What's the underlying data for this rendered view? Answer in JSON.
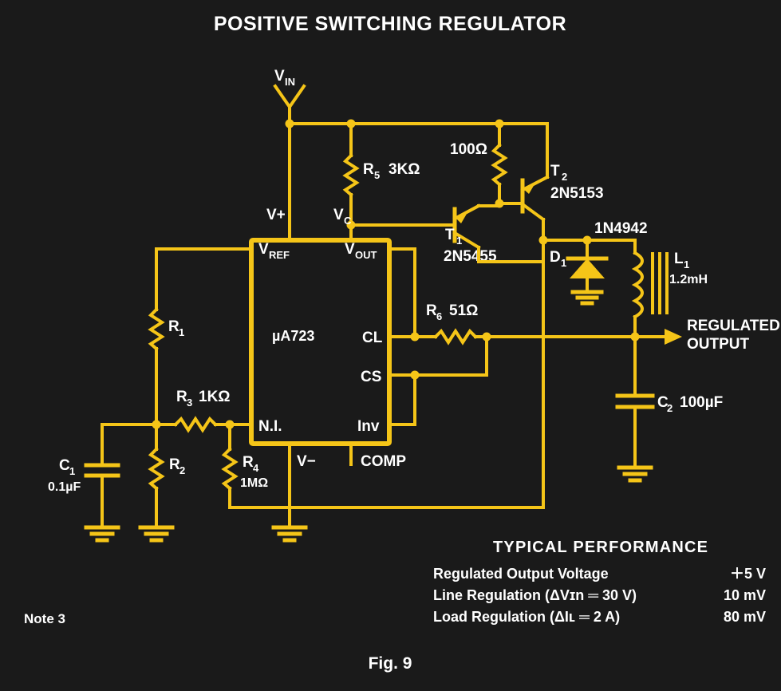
{
  "title": "POSITIVE SWITCHING REGULATOR",
  "figure_label": "Fig. 9",
  "note": "Note 3",
  "colors": {
    "background": "#1a1a1a",
    "wire": "#F5C518",
    "text": "#ffffff"
  },
  "supply": {
    "label": "V",
    "label_sub": "IN"
  },
  "ic": {
    "part": "µA723",
    "pins": {
      "v_plus": "V+",
      "vc": "V",
      "vc_sub": "C",
      "vref": "V",
      "vref_sub": "REF",
      "vout": "V",
      "vout_sub": "OUT",
      "cl": "CL",
      "cs": "CS",
      "ni": "N.I.",
      "inv": "Inv",
      "v_minus": "V−",
      "comp": "COMP"
    }
  },
  "components": [
    {
      "ref": "R",
      "ref_sub": "1",
      "value": ""
    },
    {
      "ref": "R",
      "ref_sub": "2",
      "value": ""
    },
    {
      "ref": "R",
      "ref_sub": "3",
      "value": "1KΩ"
    },
    {
      "ref": "R",
      "ref_sub": "4",
      "value": "1MΩ"
    },
    {
      "ref": "R",
      "ref_sub": "5",
      "value": "3KΩ"
    },
    {
      "ref": "R",
      "ref_sub": "6",
      "value": "51Ω"
    },
    {
      "ref": "C",
      "ref_sub": "1",
      "value": "0.1µF"
    },
    {
      "ref": "C",
      "ref_sub": "2",
      "value": "100µF"
    },
    {
      "ref": "L",
      "ref_sub": "1",
      "value": "1.2mH"
    },
    {
      "ref": "D",
      "ref_sub": "1",
      "value": "1N4942"
    },
    {
      "ref": "T",
      "ref_sub": "1",
      "value": "2N5455"
    },
    {
      "ref": "T",
      "ref_sub": "2",
      "value": "2N5153"
    }
  ],
  "labels": {
    "r1": "R",
    "r1_sub": "1",
    "r2": "R",
    "r2_sub": "2",
    "r3": "R",
    "r3_sub": "3",
    "r3_val": "1KΩ",
    "r4": "R",
    "r4_sub": "4",
    "r4_val": "1MΩ",
    "r5": "R",
    "r5_sub": "5",
    "r5_val": "3KΩ",
    "r6": "R",
    "r6_sub": "6",
    "r6_val": "51Ω",
    "r100": "100Ω",
    "c1": "C",
    "c1_sub": "1",
    "c1_val": "0.1µF",
    "c2": "C",
    "c2_sub": "2",
    "c2_val": "100µF",
    "l1": "L",
    "l1_sub": "1",
    "l1_val": "1.2mH",
    "d1": "D",
    "d1_sub": "1",
    "d1_val": "1N4942",
    "t1": "T",
    "t1_sub": "1",
    "t1_val": "2N5455",
    "t2": "T",
    "t2_sub": "2",
    "t2_val": "2N5153",
    "output_line1": "REGULATED",
    "output_line2": "OUTPUT"
  },
  "performance": {
    "heading": "TYPICAL  PERFORMANCE",
    "rows": [
      {
        "name": "Regulated Output Voltage",
        "value": "＋5 V"
      },
      {
        "name": "Line Regulation (ΔVɪn ═ 30 V)",
        "value": "10 mV"
      },
      {
        "name": "Load Regulation (ΔIʟ ═ 2 A)",
        "value": "80 mV"
      }
    ]
  }
}
